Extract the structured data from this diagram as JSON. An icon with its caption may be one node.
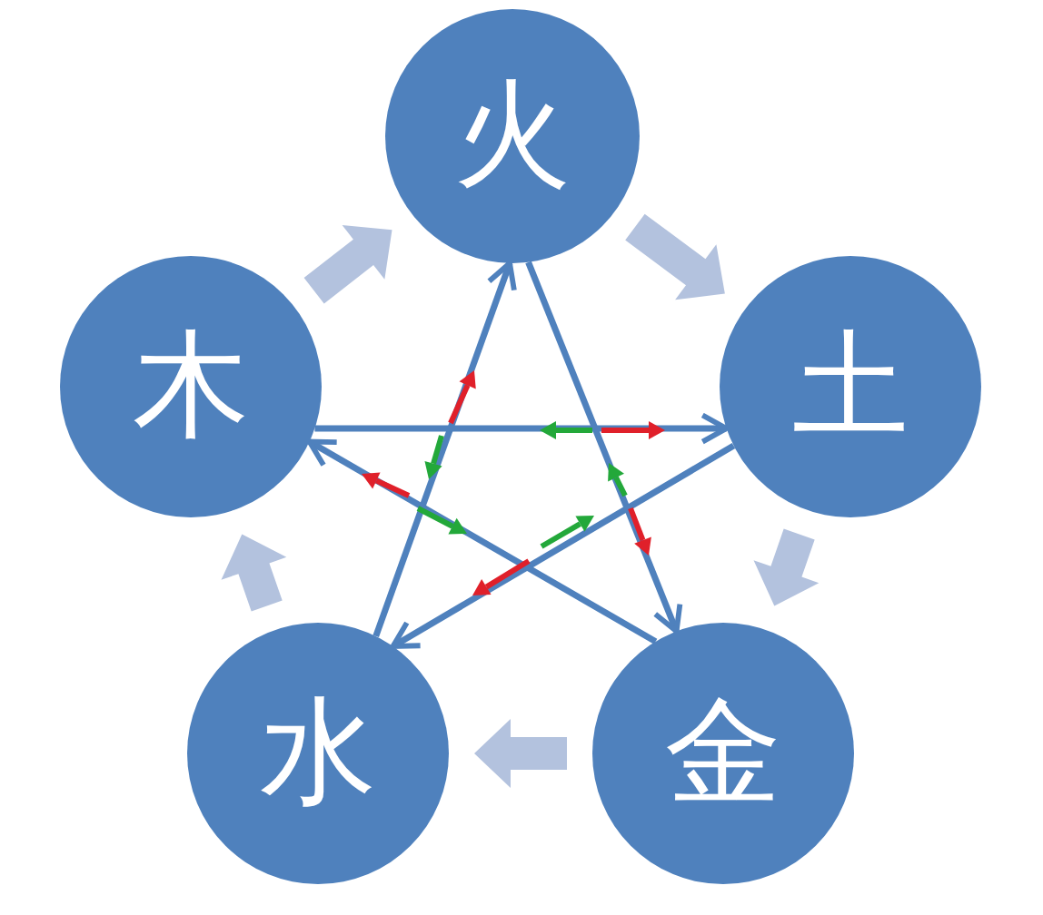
{
  "diagram": {
    "nodes": [
      {
        "text": [
          "火"
        ]
      },
      {
        "text": [
          "土"
        ]
      },
      {
        "text": [
          "金"
        ]
      },
      {
        "text": [
          "水"
        ]
      },
      {
        "text": [
          "木"
        ]
      }
    ],
    "edges": [
      {
        "from": 0,
        "to": 1,
        "arrow": "to",
        "style": "thick",
        "color": "#b3c2de"
      },
      {
        "from": 1,
        "to": 2,
        "arrow": "to",
        "style": "thick",
        "color": "#b3c2de"
      },
      {
        "from": 2,
        "to": 3,
        "arrow": "to",
        "style": "thick",
        "color": "#b3c2de"
      },
      {
        "from": 3,
        "to": 4,
        "arrow": "to",
        "style": "thick",
        "color": "#b3c2de"
      },
      {
        "from": 4,
        "to": 0,
        "arrow": "to",
        "style": "thick",
        "color": "#b3c2de"
      },
      {
        "from": 3,
        "to": 0,
        "arrow": "to"
      },
      {
        "from": 0,
        "to": 2,
        "arrow": "to"
      },
      {
        "from": 4,
        "to": 1,
        "arrow": "to"
      },
      {
        "from": 1,
        "to": 3,
        "arrow": "to"
      },
      {
        "from": 2,
        "to": 4,
        "arrow": "to"
      }
    ]
  }
}
